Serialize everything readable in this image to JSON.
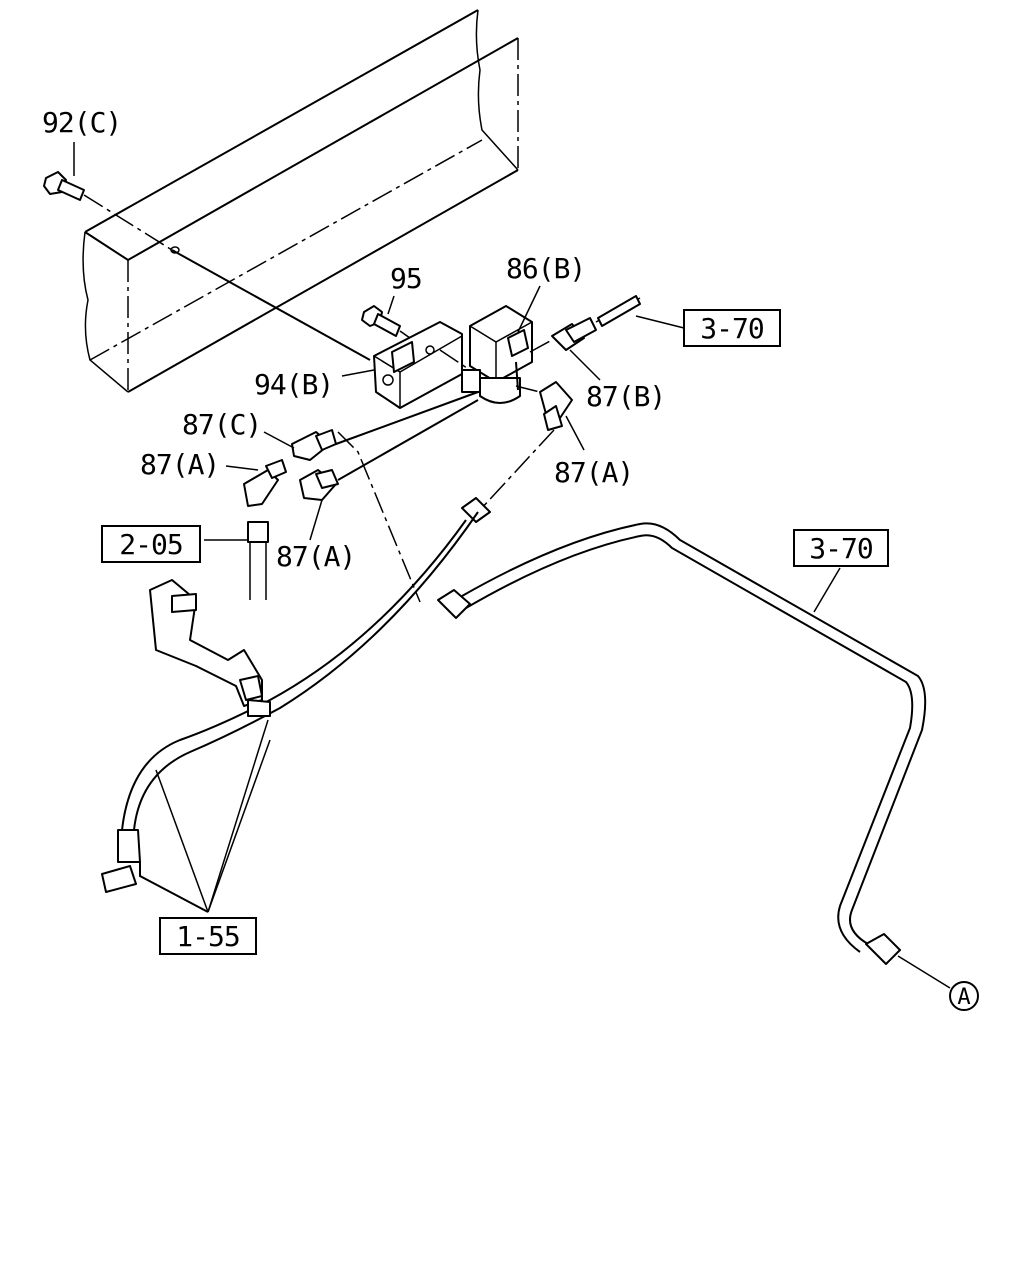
{
  "labels": {
    "p92c": "92(C)",
    "p95": "95",
    "p86b": "86(B)",
    "p94b": "94(B)",
    "p87b": "87(B)",
    "p87c": "87(C)",
    "p87a_left": "87(A)",
    "p87a_mid": "87(A)",
    "p87a_right": "87(A)"
  },
  "refs": {
    "ref_370_top": "3-70",
    "ref_370_right": "3-70",
    "ref_205": "2-05",
    "ref_155": "1-55"
  },
  "callout": {
    "a": "A"
  }
}
